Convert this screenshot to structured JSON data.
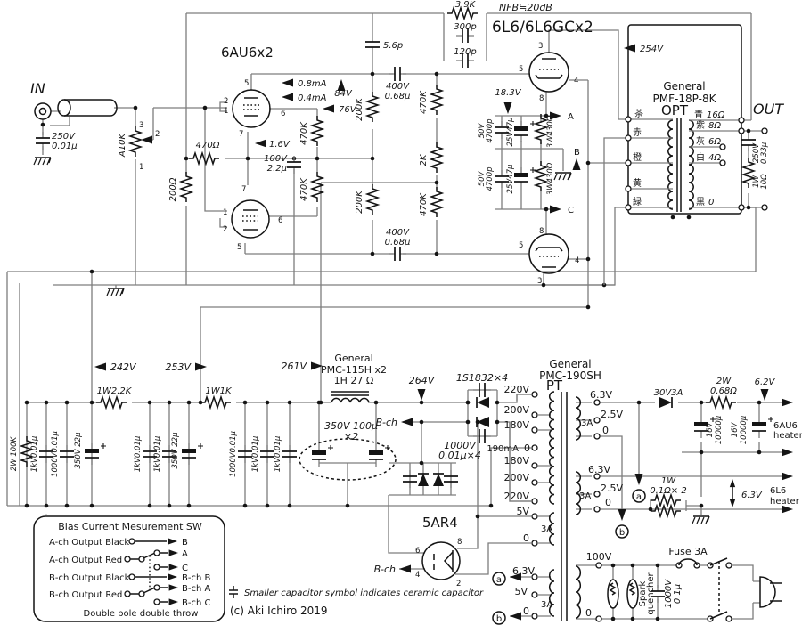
{
  "labels": {
    "in": "IN",
    "out": "OUT",
    "nfb": "NFB≒20dB",
    "v254": "254V",
    "v84": "84V",
    "v76": "76V",
    "v16": "1.6V",
    "v183": "18.3V",
    "i08": "0.8mA",
    "i04": "0.4mA",
    "v242": "242V",
    "v253": "253V",
    "v261": "261V",
    "v264": "264V",
    "v62": "6.2V",
    "v63": "6.3V",
    "node_a": "A",
    "node_b": "B",
    "node_c": "C",
    "bch": "B-ch"
  },
  "parts": {
    "tube_driver": "6AU6x2",
    "tube_output": "6L6/6L6GCx2",
    "tube_rect": "5AR4",
    "c_in": [
      "250V",
      "0.01µ"
    ],
    "pot": "A10K",
    "r_in": "200Ω",
    "r_nfb_inj": "470Ω",
    "c_cath": [
      "100V",
      "2.2µ"
    ],
    "r_fb": "3.9K",
    "c_fb1": "300p",
    "c_fb2": "120p",
    "c_step": "5.6p",
    "r_col1_top": "200K",
    "r_col1_bot": "200K",
    "r_col2_top": "470K",
    "r_col2_bot": "470K",
    "r_col3_top": "470K",
    "r_col3_mid": "2K",
    "r_col3_bot": "470K",
    "c_couple_top": [
      "400V",
      "0.68µ"
    ],
    "c_couple_bot": [
      "400V",
      "0.68µ"
    ],
    "n1_c": [
      "50V",
      "4700p"
    ],
    "n1_e": "25V47µ",
    "n1_r": "3W430Ω",
    "n2_c": [
      "50V",
      "4700p"
    ],
    "n2_e": "25V47µ",
    "n2_r": "3W430Ω",
    "zobel_c": [
      "250V",
      "0.33µ"
    ],
    "zobel_r": [
      "1W",
      "10Ω"
    ]
  },
  "opt": {
    "maker": "General",
    "model": "PMF-18P-8K",
    "name": "OPT",
    "primary": [
      "茶",
      "赤",
      "橙",
      "黄",
      "緑"
    ],
    "secondary": [
      {
        "color": "青",
        "tap": "16Ω"
      },
      {
        "color": "紫",
        "tap": "8Ω"
      },
      {
        "color": "灰",
        "tap": "6Ω"
      },
      {
        "color": "白",
        "tap": "4Ω"
      },
      {
        "color": "黒",
        "tap": "0"
      }
    ]
  },
  "psu": {
    "r_drop1": "1W2.2K",
    "r_drop2": "1W1K",
    "r_bleed": "2W 100K",
    "g1c1": "1kV0.01µ",
    "g1c2": "1000V0.01µ",
    "g1c3": "350V 22µ",
    "g2c1": "1kV0.01µ",
    "g2c2": "1kV0.01µ",
    "g2c3": "350V 22µ",
    "g3c1": "1000V0.01µ",
    "g3c2": "1kV0.01µ",
    "g3c3": "1kV0.01µ",
    "choke": [
      "General",
      "PMC-115H x2",
      "1H 27 Ω"
    ],
    "c_filter": [
      "350V 100µ",
      "×2"
    ],
    "diodes": "1S1832×4",
    "c_snub": [
      "1000V",
      "0.01µ×4"
    ],
    "i_hv": "190mA",
    "d_heat": "30V3A",
    "r_heat": [
      "2W",
      "0.68Ω"
    ],
    "c_heat1": [
      "16V",
      "10000µ"
    ],
    "c_heat2": [
      "16V",
      "10000µ"
    ],
    "heater_6au6": [
      "6AU6",
      "heater"
    ],
    "heater_6l6": [
      "6L6",
      "heater"
    ],
    "r_hum": [
      "1W",
      "0.1Ω× 2"
    ],
    "ref_a": "a",
    "ref_b": "b",
    "spark": [
      "Spark",
      "quencher"
    ],
    "c_mains": [
      "1000V",
      "0.1µ"
    ],
    "fuse": "Fuse 3A"
  },
  "pt": {
    "maker": "General",
    "model": "PMC-190SH",
    "name": "PT",
    "hv": [
      "220V",
      "200V",
      "180V",
      "0",
      "180V",
      "200V",
      "220V"
    ],
    "w_rect": [
      "5V",
      "3A",
      "0"
    ],
    "h1": [
      "6.3V",
      "2.5V",
      "3A",
      "0"
    ],
    "h2": [
      "6.3V",
      "2.5V",
      "3A",
      "0"
    ],
    "aux": [
      "6.3V",
      "5V",
      "3A",
      "0"
    ],
    "mains": [
      "100V",
      "0"
    ]
  },
  "pins": {
    "au6_top": [
      "5",
      "2",
      "1",
      "6",
      "7"
    ],
    "au6_bot": [
      "7",
      "1",
      "2",
      "6",
      "5"
    ],
    "l6_top": [
      "3",
      "5",
      "4",
      "8"
    ],
    "l6_bot": [
      "8",
      "5",
      "4",
      "3"
    ],
    "rect": [
      "6",
      "8",
      "4",
      "2"
    ],
    "pot": [
      "3",
      "2",
      "1"
    ]
  },
  "bias_box": {
    "title": "Bias Current Mesurement SW",
    "rows": [
      "A-ch Output Black",
      "A-ch Output Red",
      "B-ch Output Black",
      "B-ch Output Red"
    ],
    "targets": [
      "B",
      "A",
      "C",
      "B-ch B",
      "B-ch A",
      "B-ch C"
    ],
    "note": "Double pole double throw"
  },
  "footer": {
    "cap_note": "Smaller capacitor symbol indicates ceramic capacitor",
    "credit": "(c) Aki Ichiro 2019"
  }
}
